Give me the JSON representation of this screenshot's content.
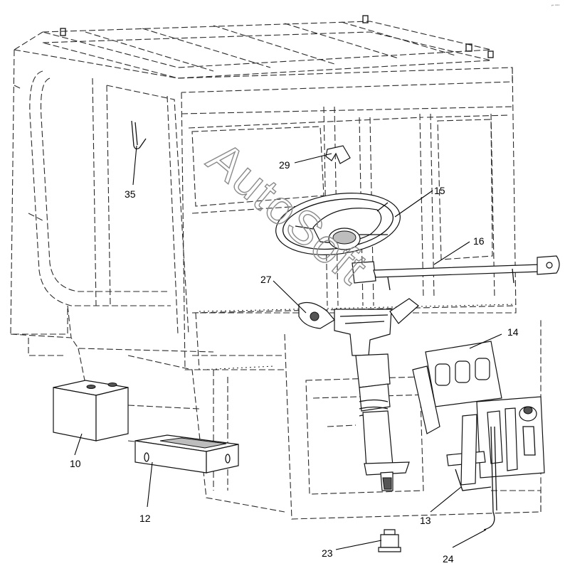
{
  "callouts": [
    "35",
    "29",
    "15",
    "16",
    "27",
    "14",
    "10",
    "12",
    "13",
    "23",
    "24"
  ],
  "watermark": "AutoSoft",
  "corner_mark": "⌐ ▫▫▫"
}
